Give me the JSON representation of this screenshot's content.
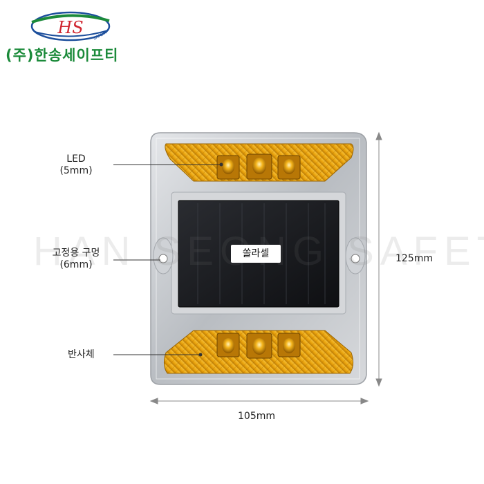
{
  "brand": {
    "logo_text": "HS",
    "logo_sub": "SAFETY",
    "company_name": "(주)한송세이프티"
  },
  "watermark": "HAN SEONG SAFETY",
  "callouts": {
    "led": {
      "line1": "LED",
      "line2": "(5mm)"
    },
    "hole": {
      "line1": "고정용 구멍",
      "line2": "(6mm)"
    },
    "reflector": "반사체",
    "solar_cell": "쏠라셀"
  },
  "dimensions": {
    "height": "125mm",
    "width": "105mm"
  },
  "colors": {
    "brand_green": "#1b8a3a",
    "brand_red": "#d02630",
    "brand_blue": "#1d4f9c",
    "reflector_amber": "#e9a20c",
    "body_silver": "#c9ccd0",
    "panel_black": "#15161a"
  }
}
